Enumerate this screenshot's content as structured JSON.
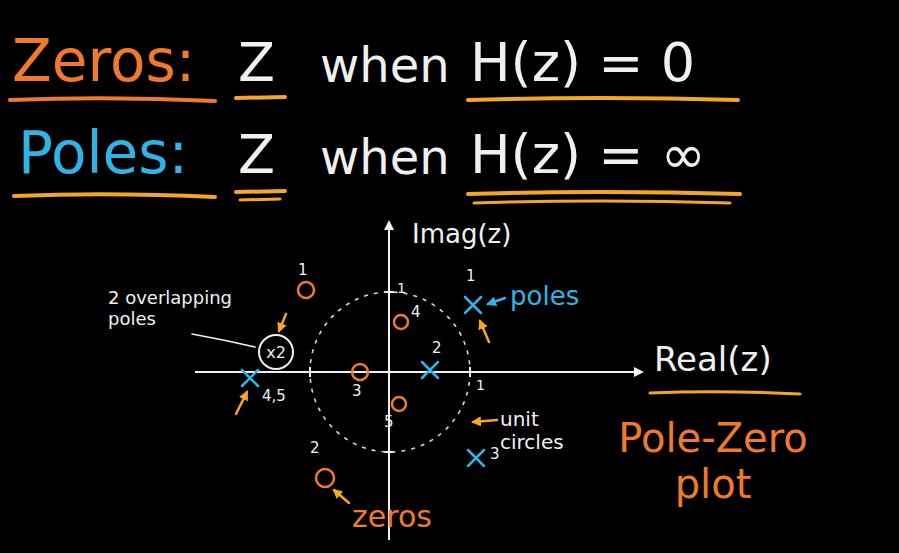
{
  "diagram": {
    "nodes": [
      {
        "text": [
          "x2"
        ]
      }
    ],
    "labels": [
      "Zeros:",
      "Z",
      "when",
      "H(z) = 0",
      "Poles:",
      "Z",
      "when",
      "H(z) = ∞",
      "Imag(z)",
      "Real(z)",
      "1",
      "1",
      "poles",
      "2 overlapping poles",
      "unit circles",
      "Pole-Zero plot",
      "zeros",
      "1",
      "4",
      "2",
      "3",
      "5",
      "4,5",
      "1",
      "3",
      "2"
    ]
  }
}
